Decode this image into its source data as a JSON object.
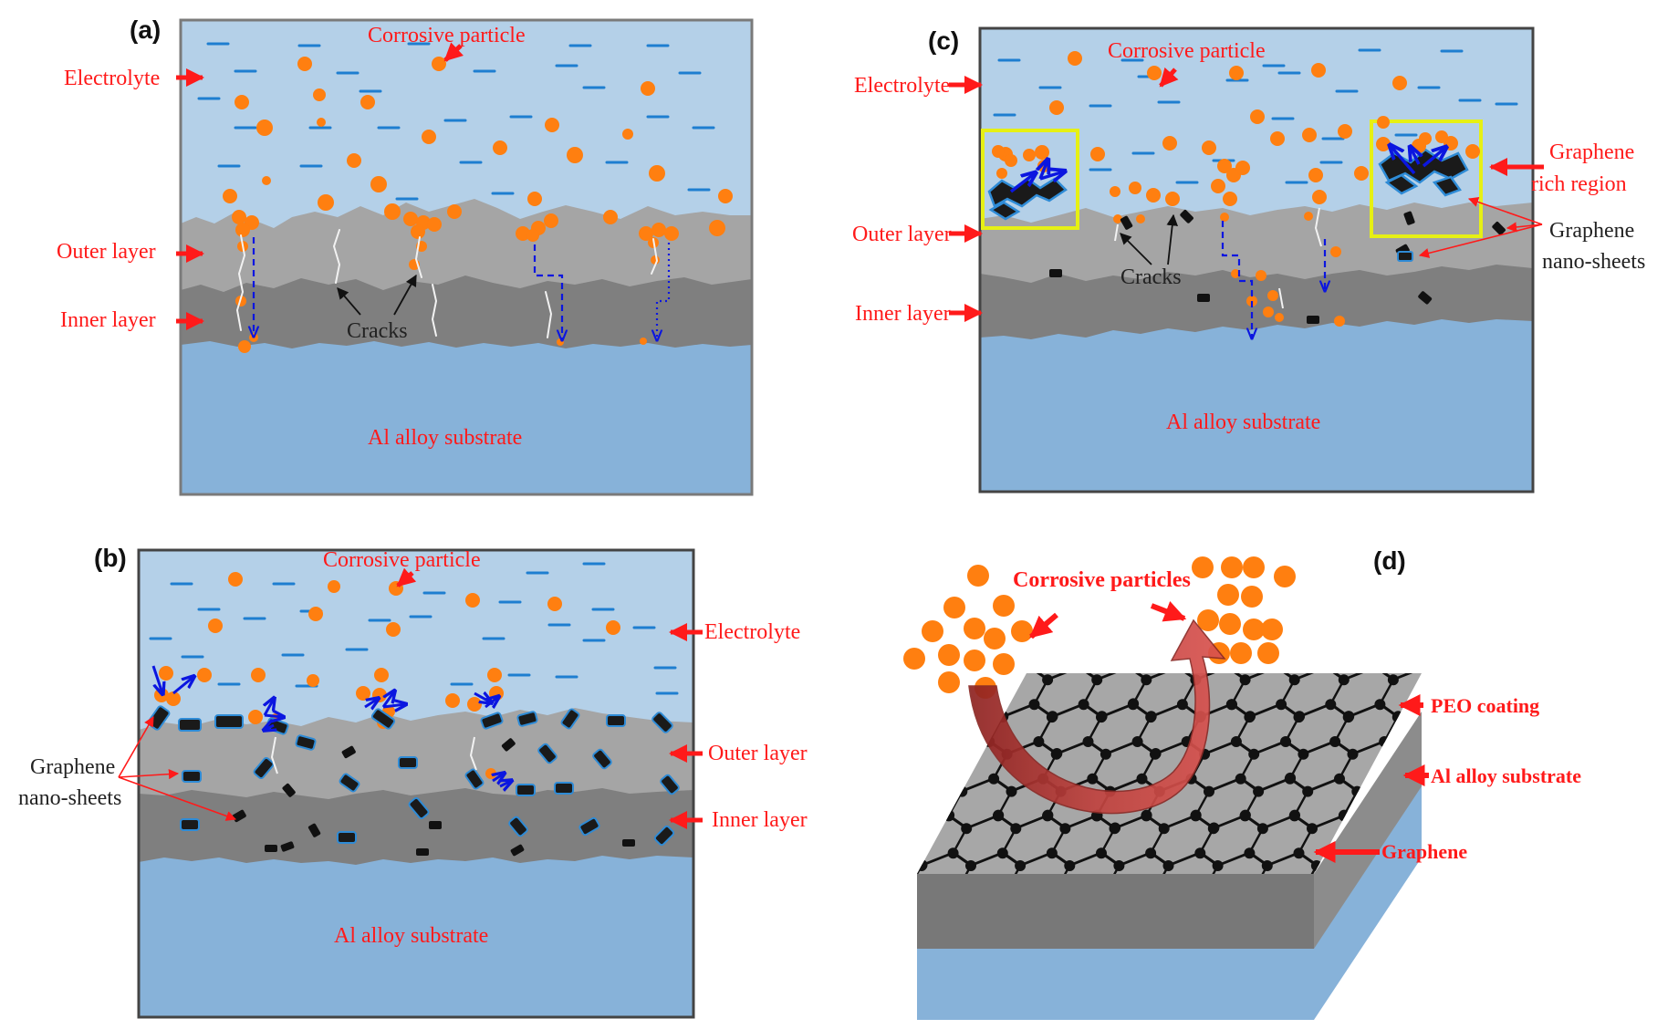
{
  "colors": {
    "electrolyte": "#b4d0e8",
    "outer_layer": "#a5a5a5",
    "inner_layer": "#7f7f7f",
    "substrate": "#87b2d9",
    "particle": "#ff7f10",
    "label_red": "#ff1a1a",
    "arrow_blue": "#0b16e0",
    "highlight_box": "#e6f014",
    "graphene_sheet": "#1a1a1a",
    "graphene_outline": "#2e8bd6",
    "curved_arrow": "#b83a36"
  },
  "panel_a": {
    "letter": "(a)",
    "corrosive_particle": "Corrosive particle",
    "electrolyte": "Electrolyte",
    "outer_layer": "Outer layer",
    "inner_layer": "Inner layer",
    "cracks": "Cracks",
    "substrate": "Al alloy substrate"
  },
  "panel_b": {
    "letter": "(b)",
    "corrosive_particle": "Corrosive particle",
    "electrolyte": "Electrolyte",
    "outer_layer": "Outer layer",
    "inner_layer": "Inner layer",
    "graphene_line1": "Graphene",
    "graphene_line2": "nano-sheets",
    "substrate": "Al alloy substrate"
  },
  "panel_c": {
    "letter": "(c)",
    "corrosive_particle": "Corrosive particle",
    "electrolyte": "Electrolyte",
    "outer_layer": "Outer layer",
    "inner_layer": "Inner layer",
    "cracks": "Cracks",
    "rich_line1": "Graphene",
    "rich_line2": "rich region",
    "nano_line1": "Graphene",
    "nano_line2": "nano-sheets",
    "substrate": "Al alloy substrate"
  },
  "panel_d": {
    "letter": "(d)",
    "corrosive_particles": "Corrosive  particles",
    "peo_coating": "PEO coating",
    "substrate": "Al alloy substrate",
    "graphene": "Graphene"
  }
}
